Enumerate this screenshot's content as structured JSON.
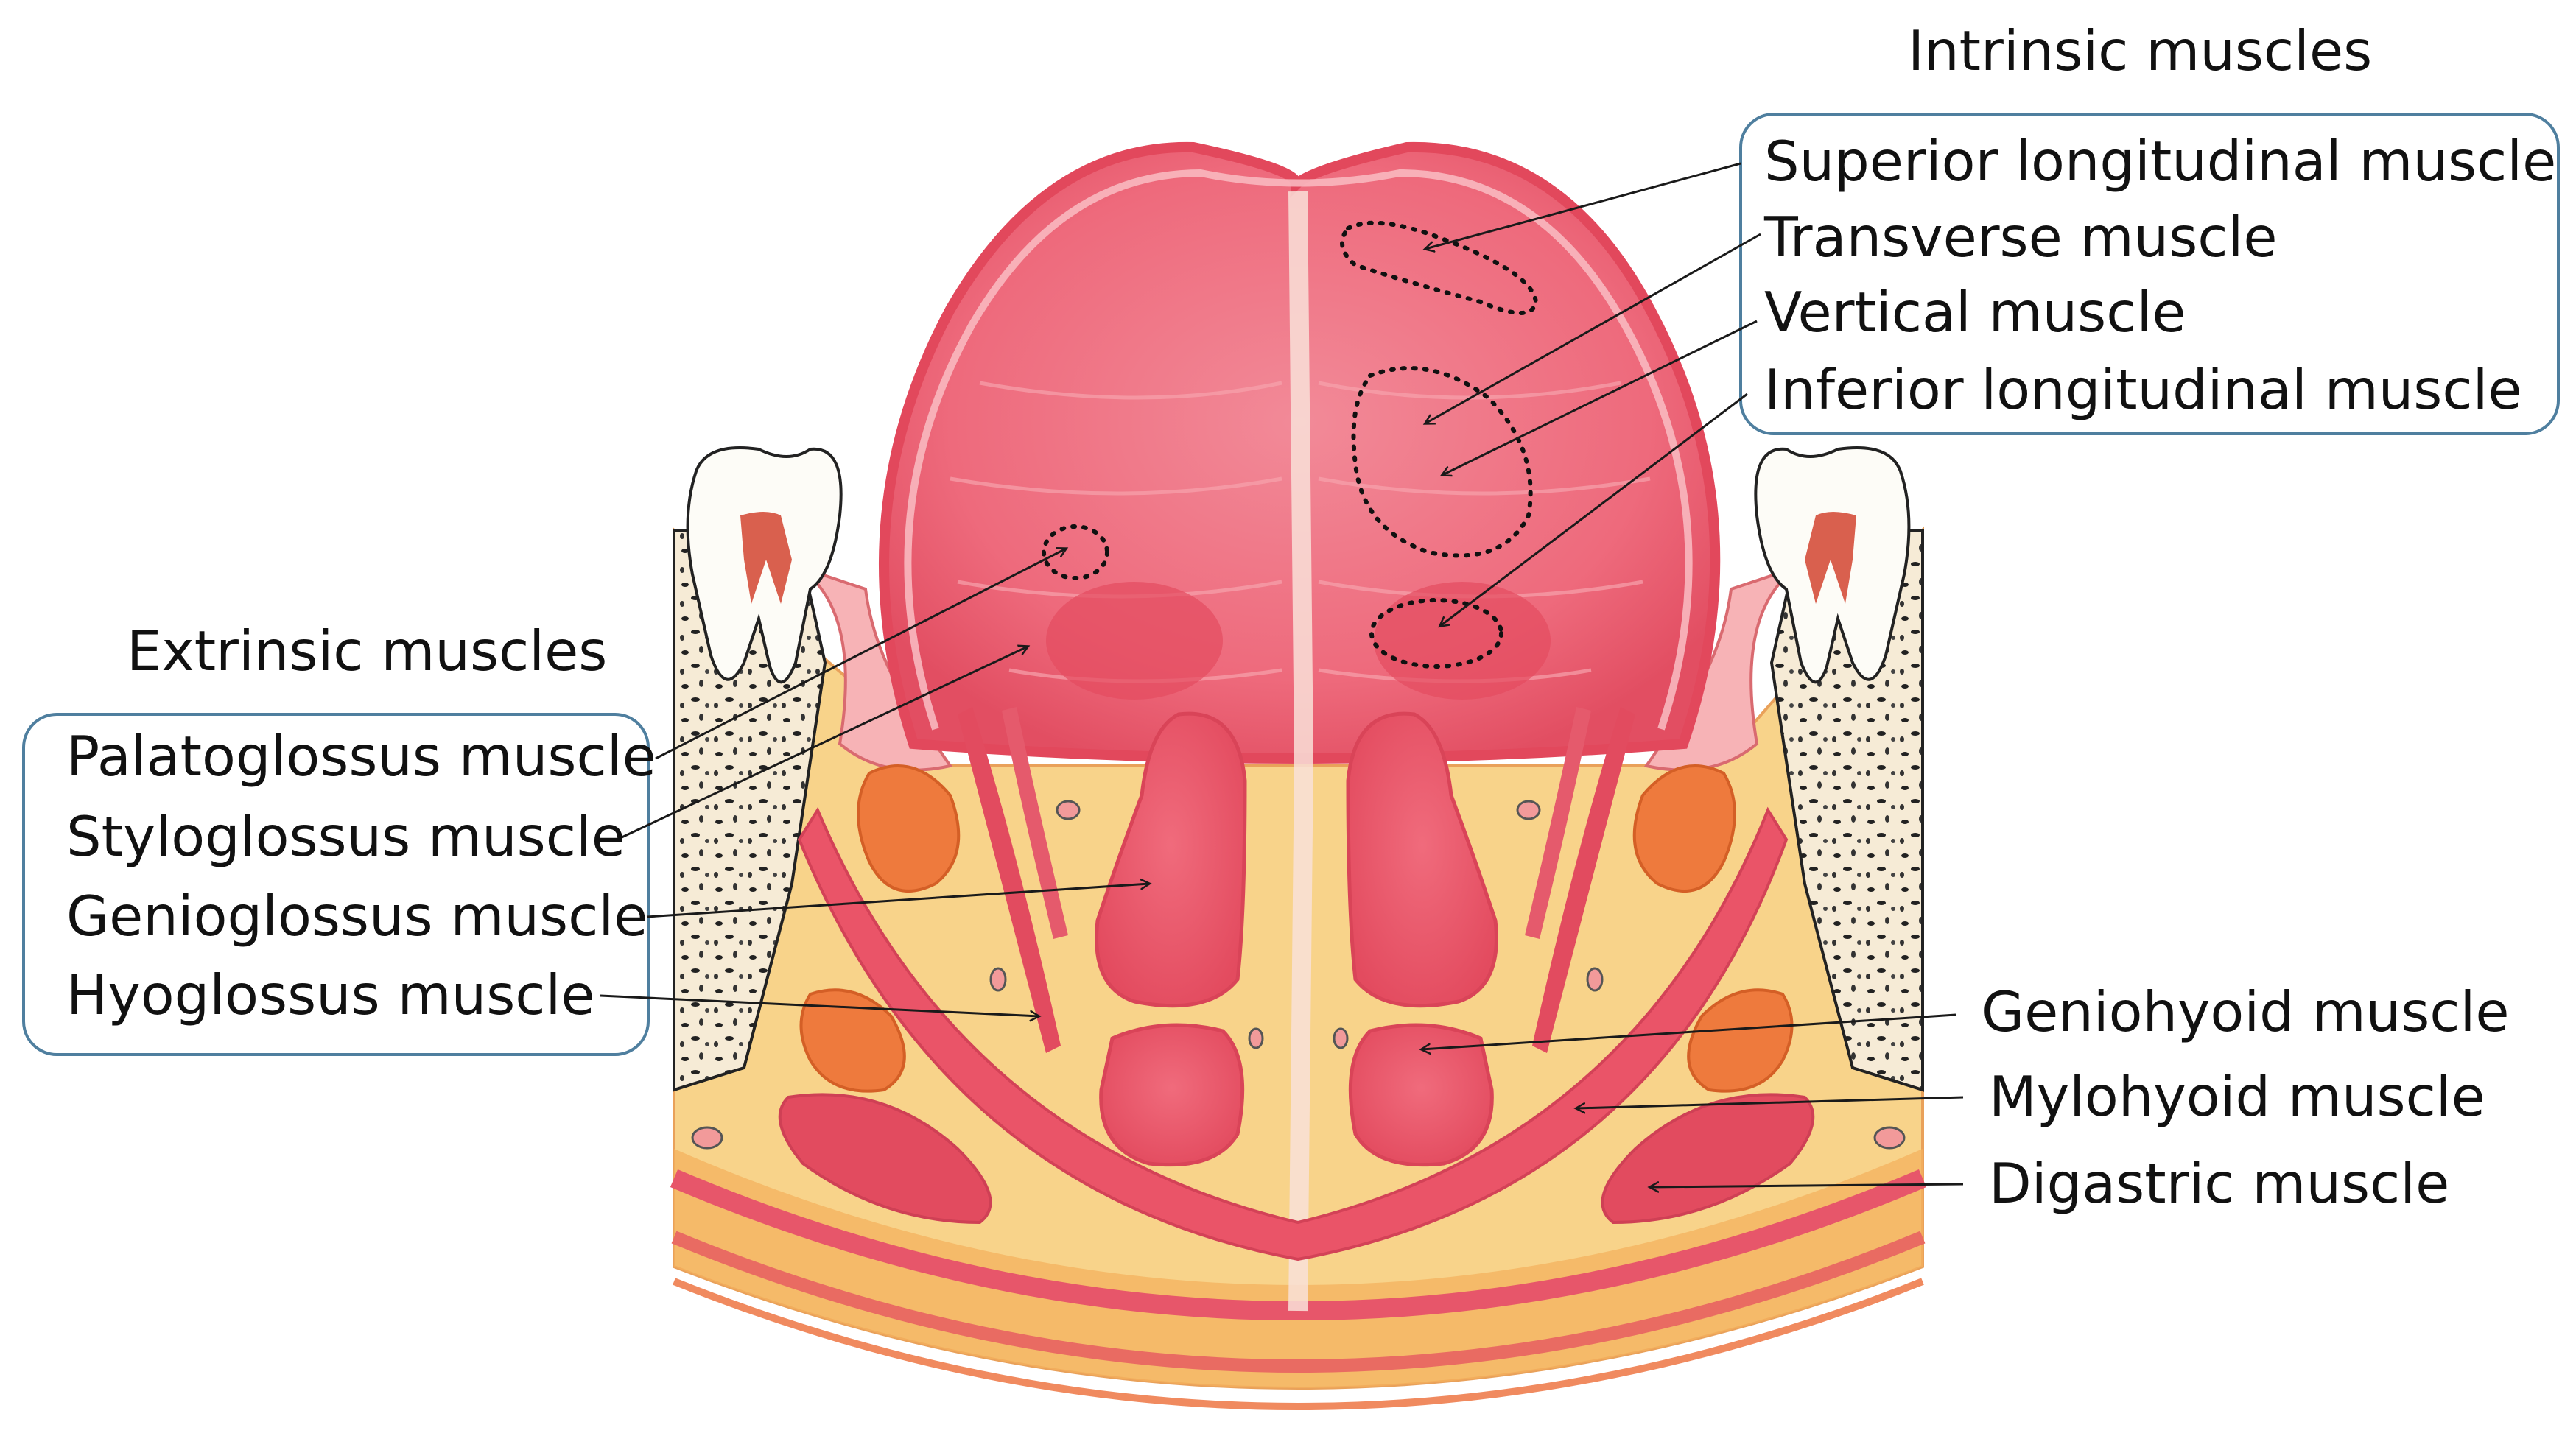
{
  "intrinsic": {
    "heading": "Intrinsic muscles",
    "labels": [
      "Superior longitudinal muscle",
      "Transverse muscle",
      "Vertical muscle",
      "Inferior longitudinal muscle"
    ]
  },
  "extrinsic": {
    "heading": "Extrinsic muscles",
    "labels": [
      "Palatoglossus muscle",
      "Styloglossus muscle",
      "Genioglossus muscle",
      "Hyoglossus muscle"
    ]
  },
  "other": {
    "labels": [
      "Geniohyoid muscle",
      "Mylohyoid muscle",
      "Digastric muscle"
    ]
  },
  "colors": {
    "tongue_outer": "#e8566a",
    "tongue_inner": "#f27b8a",
    "muscle_red": "#ec4f62",
    "fat_yellow": "#f8d38a",
    "fat_orange": "#f4b15e",
    "gland_orange": "#ee7a3d",
    "tooth": "#fdfcf7",
    "pulp": "#d9604e",
    "box_border": "#4f7f9f",
    "line": "#1a1a1a"
  }
}
